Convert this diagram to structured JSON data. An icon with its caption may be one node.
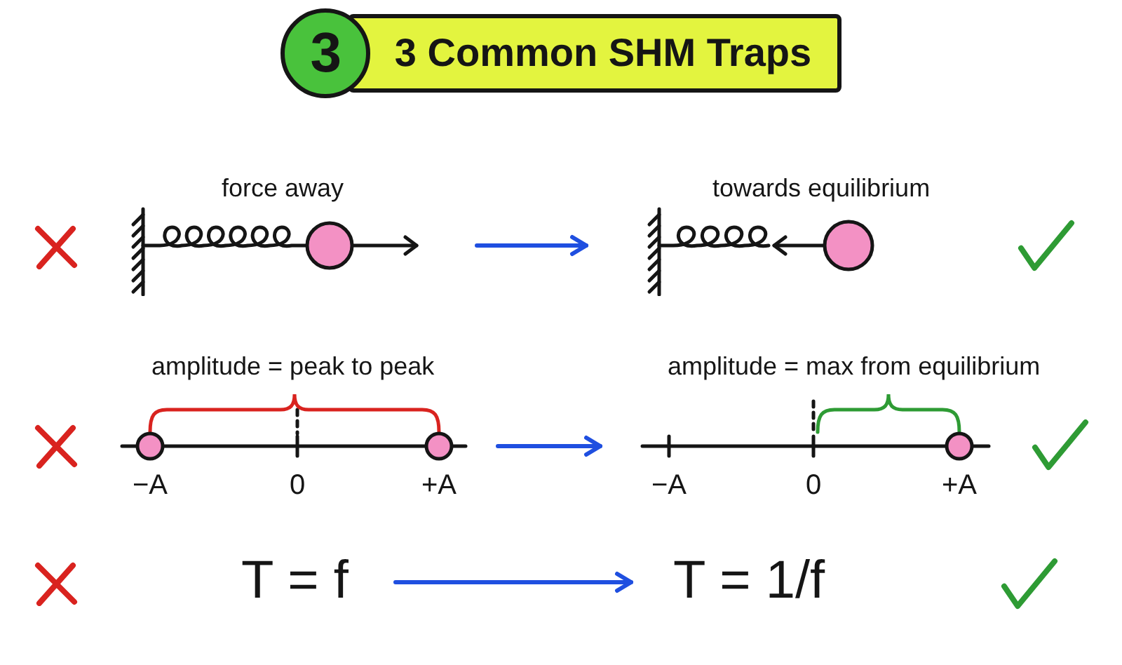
{
  "diagram": {
    "title": "3 Common SHM Traps",
    "nodes": [
      {
        "text": [
          "3"
        ]
      },
      {
        "text": [],
        "shape": "picture",
        "beside": [
          "force away"
        ]
      },
      {
        "text": [],
        "shape": "picture",
        "beside": [
          "towards equilibrium"
        ]
      },
      {
        "text": [],
        "shape": "picture",
        "beside": [
          "amplitude = peak to peak",
          "−A",
          "0",
          "+A"
        ]
      },
      {
        "text": [],
        "shape": "picture",
        "beside": [
          "amplitude = max from equilibrium",
          "−A",
          "0",
          "+A"
        ]
      },
      {
        "text": [
          "T = f"
        ]
      },
      {
        "text": [
          "T = 1/f"
        ]
      }
    ],
    "edges": [
      {
        "from": 1,
        "to": 2,
        "arrow": "to"
      },
      {
        "from": 3,
        "to": 4,
        "arrow": "to"
      },
      {
        "from": 5,
        "to": 6,
        "arrow": "to"
      }
    ]
  }
}
